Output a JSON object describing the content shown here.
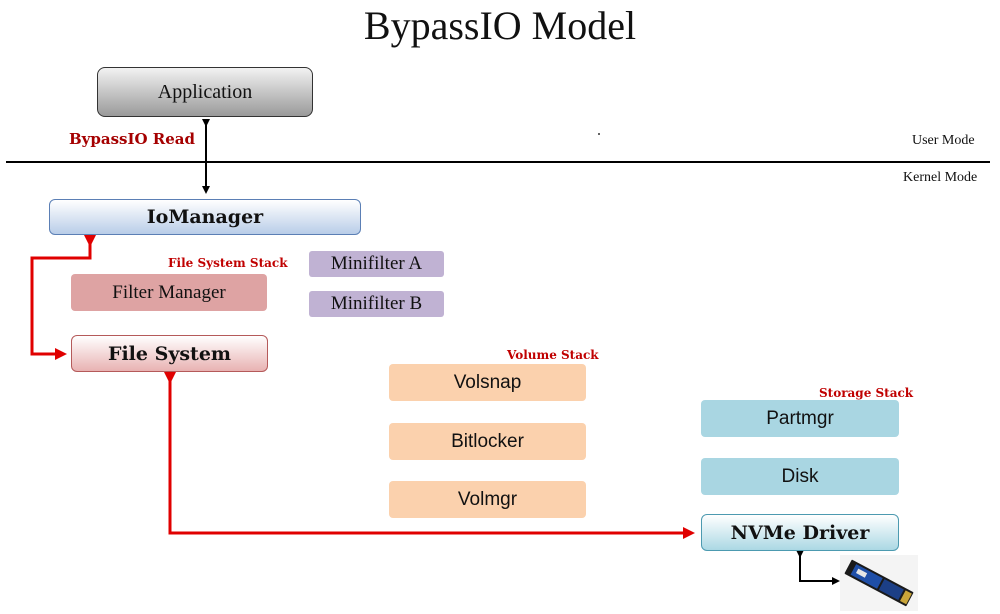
{
  "title": "BypassIO Model",
  "modes": {
    "user": "User Mode",
    "kernel": "Kernel Mode"
  },
  "labels": {
    "bypass_read": "BypassIO Read",
    "file_system_stack": "File System Stack",
    "volume_stack": "Volume Stack",
    "storage_stack": "Storage Stack"
  },
  "nodes": {
    "application": "Application",
    "io_manager": "IoManager",
    "filter_manager": "Filter Manager",
    "file_system": "File System",
    "minifilter_a": "Minifilter A",
    "minifilter_b": "Minifilter B",
    "volsnap": "Volsnap",
    "bitlocker": "Bitlocker",
    "volmgr": "Volmgr",
    "partmgr": "Partmgr",
    "disk": "Disk",
    "nvme_driver": "NVMe Driver"
  },
  "colors": {
    "bypass_path": "#e00000",
    "normal_path": "#000000"
  },
  "icons": {
    "ssd": "nvme-ssd-image"
  }
}
